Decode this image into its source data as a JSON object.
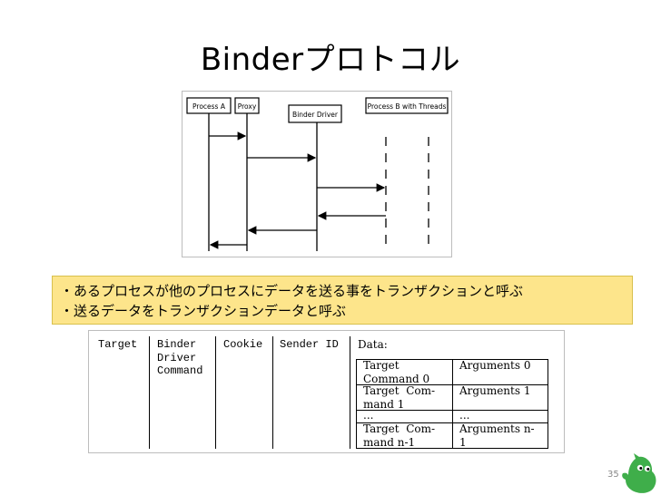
{
  "slide": {
    "title": "Binderプロトコル",
    "page_number": "35"
  },
  "sequence_diagram": {
    "participants": [
      "Process A",
      "Proxy",
      "Binder Driver",
      "Process B with Threads"
    ]
  },
  "note": {
    "lines": [
      "・あるプロセスが他のプロセスにデータを送る事をトランザクションと呼ぶ",
      "・送るデータをトランザクションデータと呼ぶ"
    ]
  },
  "transaction_format": {
    "headers": [
      "Target",
      "Binder\nDriver\nCommand",
      "Cookie",
      "Sender ID",
      "Data:"
    ],
    "data_rows": [
      [
        "Target\nCommand 0",
        "Arguments 0"
      ],
      [
        "Target  Com-\nmand 1",
        "Arguments 1"
      ],
      [
        "...",
        "..."
      ],
      [
        "Target  Com-\nmand n-1",
        "Arguments n-\n1"
      ]
    ]
  },
  "colors": {
    "note_bg": "#fde58b",
    "mascot": "#3fae4a"
  }
}
